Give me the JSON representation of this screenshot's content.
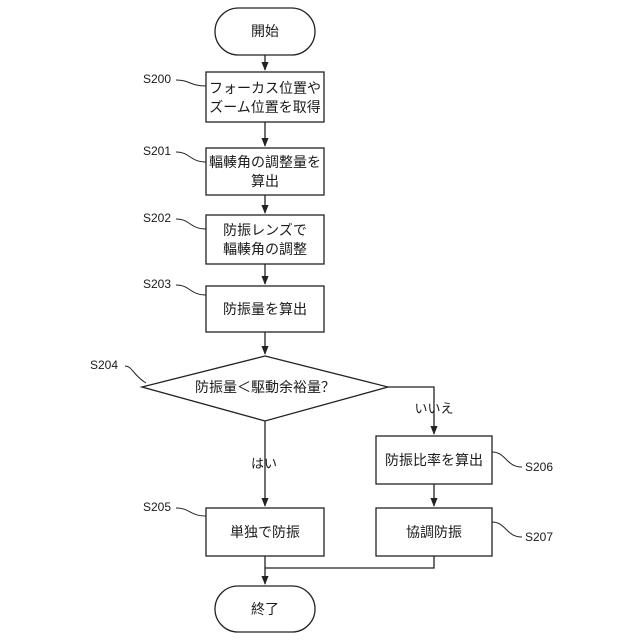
{
  "flowchart": {
    "start": "開始",
    "end": "終了",
    "steps": [
      {
        "id": "S200",
        "lines": [
          "フォーカス位置や",
          "ズーム位置を取得"
        ]
      },
      {
        "id": "S201",
        "lines": [
          "輻輳角の調整量を",
          "算出"
        ]
      },
      {
        "id": "S202",
        "lines": [
          "防振レンズで",
          "輻輳角の調整"
        ]
      },
      {
        "id": "S203",
        "lines": [
          "防振量を算出"
        ]
      },
      {
        "id": "S204",
        "lines": [
          "防振量＜駆動余裕量？"
        ]
      },
      {
        "id": "S205",
        "lines": [
          "単独で防振"
        ]
      },
      {
        "id": "S206",
        "lines": [
          "防振比率を算出"
        ]
      },
      {
        "id": "S207",
        "lines": [
          "協調防振"
        ]
      }
    ],
    "branch_yes": "はい",
    "branch_no": "いいえ"
  }
}
